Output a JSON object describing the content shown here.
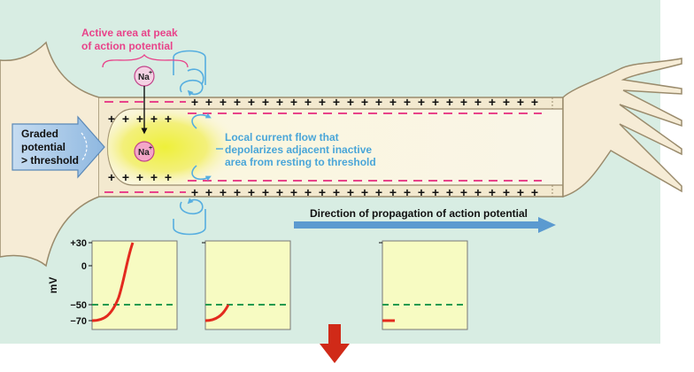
{
  "labels": {
    "active_area_line1": "Active area at peak",
    "active_area_line2": "of action potential",
    "ion": "Na",
    "ion_charge": "+",
    "graded_line1": "Graded",
    "graded_line2": "potential",
    "graded_line3": "> threshold",
    "local_line1": "Local current flow that",
    "local_line2": "depolarizes adjacent inactive",
    "local_line3": "area from resting to threshold",
    "direction": "Direction of propagation of action potential"
  },
  "graphs": {
    "y_axis_label": "mV",
    "y_ticks": [
      "+30",
      "0",
      "−50",
      "−70"
    ]
  },
  "colors": {
    "background_panel": "#d8ede3",
    "membrane_skin": "#f6ecd6",
    "membrane_edge": "#9a8b6c",
    "active_zone": "#f1ef61",
    "axoplasm": "#fbf7e6",
    "negative_dashes": "#e8438a",
    "current_arrows": "#56aee0",
    "graded_arrow": "#a9c9e8",
    "direction_arrow": "#5b9ad0",
    "graph_fill": "#f7fbc2",
    "trace_red": "#e32a1e",
    "threshold_green": "#1f9a4f",
    "down_arrow": "#d02a18"
  },
  "icons": [
    "sodium-ion-icon",
    "current-loop-icon",
    "graded-potential-arrow-icon",
    "propagation-arrow-icon",
    "down-arrow-icon"
  ]
}
